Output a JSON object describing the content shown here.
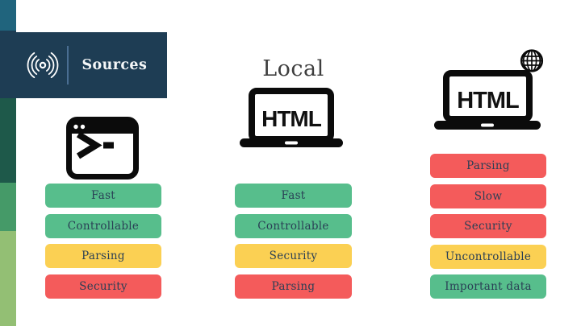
{
  "slide": {
    "header": {
      "label": "Sources"
    },
    "title": "Local",
    "laptop_screen_text": "HTML"
  },
  "palette": {
    "stripe": [
      "#20647D",
      "#1E3D54",
      "#1E594A",
      "#459A68",
      "#93BF74"
    ],
    "header_bg": "#1E3D54",
    "green": "#57BE8C",
    "yellow": "#FBD053",
    "red": "#F45B5B",
    "chip_text": "#2A3F55",
    "icon_black": "#0B0B0B",
    "title_color": "#3E3E3E"
  },
  "columns": [
    {
      "name": "command-line",
      "rows": [
        {
          "label": "Fast",
          "tone": "green"
        },
        {
          "label": "Controllable",
          "tone": "green"
        },
        {
          "label": "Parsing",
          "tone": "yellow"
        },
        {
          "label": "Security",
          "tone": "red"
        }
      ]
    },
    {
      "name": "local-html",
      "rows": [
        {
          "label": "Fast",
          "tone": "green"
        },
        {
          "label": "Controllable",
          "tone": "green"
        },
        {
          "label": "Security",
          "tone": "yellow"
        },
        {
          "label": "Parsing",
          "tone": "red"
        }
      ]
    },
    {
      "name": "web-html",
      "rows": [
        {
          "label": "Parsing",
          "tone": "red"
        },
        {
          "label": "Slow",
          "tone": "red"
        },
        {
          "label": "Security",
          "tone": "red"
        },
        {
          "label": "Uncontrollable",
          "tone": "yellow"
        },
        {
          "label": "Important data",
          "tone": "green"
        }
      ]
    }
  ]
}
